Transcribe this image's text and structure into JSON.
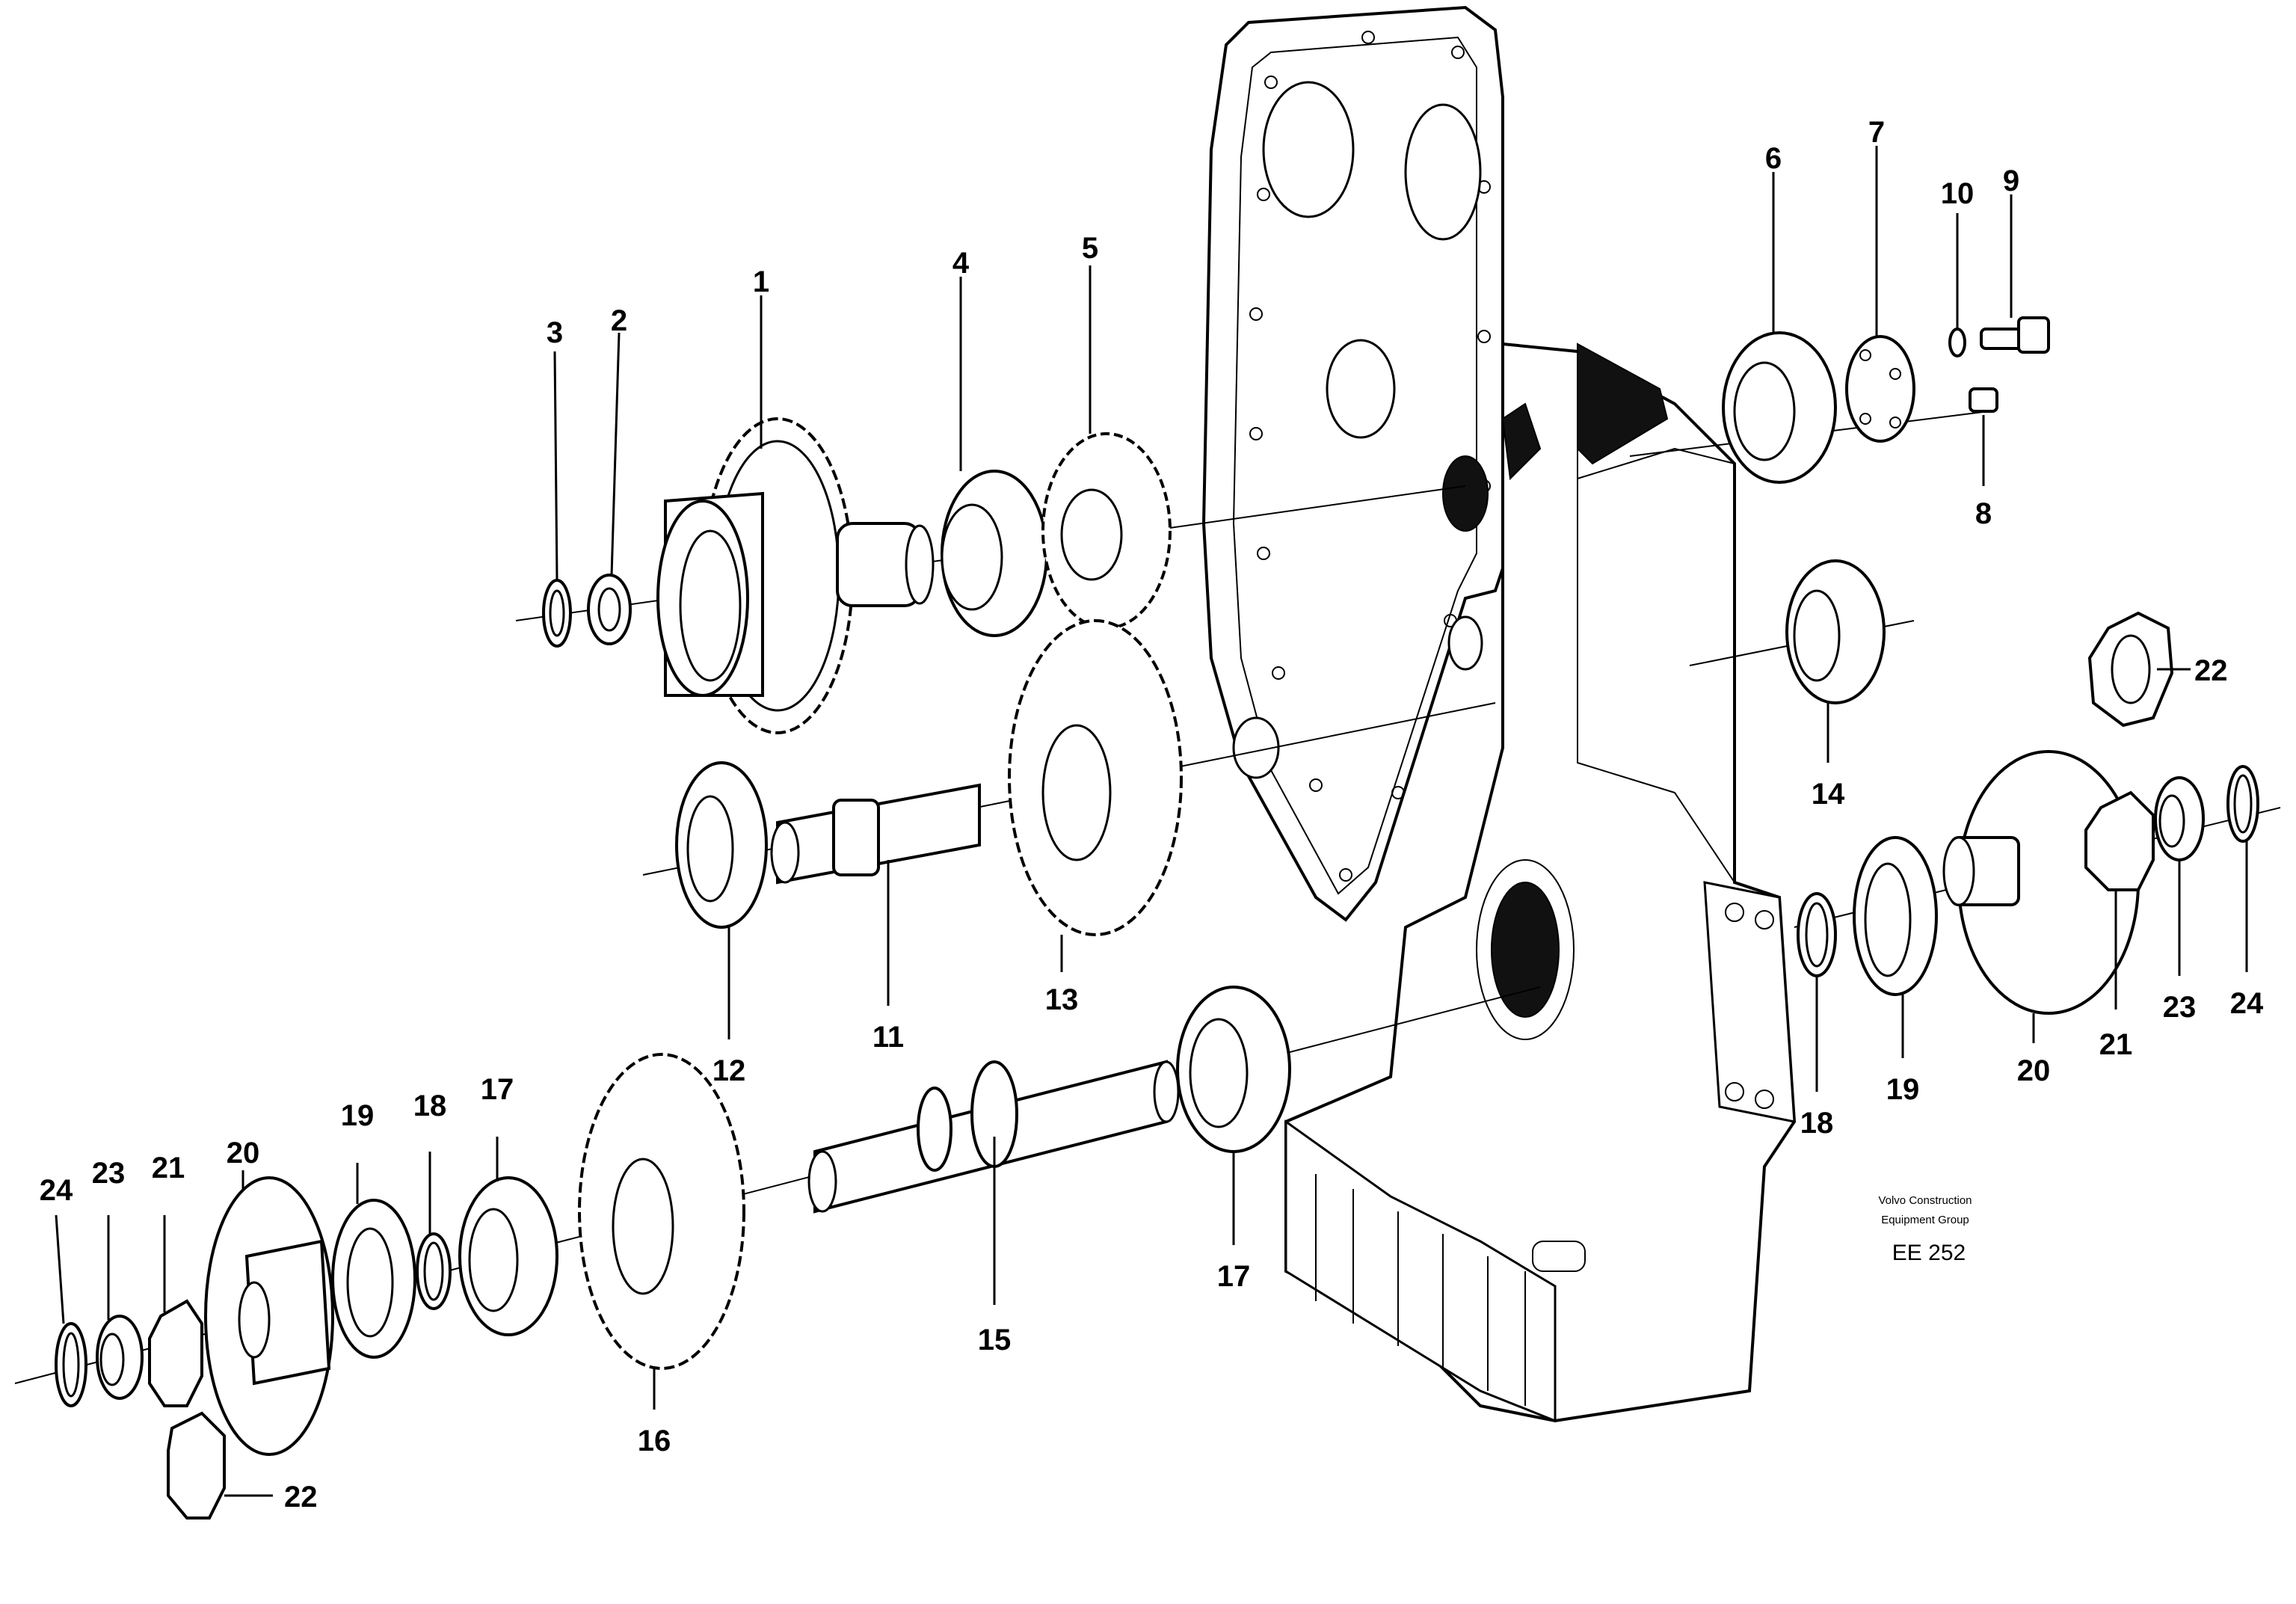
{
  "credit": {
    "line1": "Volvo Construction",
    "line2": "Equipment Group"
  },
  "drawing_code": "EE 252",
  "callouts": {
    "c1": "1",
    "c2": "2",
    "c3": "3",
    "c4": "4",
    "c5": "5",
    "c6": "6",
    "c7": "7",
    "c8": "8",
    "c9": "9",
    "c10": "10",
    "c11": "11",
    "c12": "12",
    "c13": "13",
    "c14": "14",
    "c15": "15",
    "c16": "16",
    "c17a": "17",
    "c17b": "17",
    "c18a": "18",
    "c18b": "18",
    "c19a": "19",
    "c19b": "19",
    "c20a": "20",
    "c20b": "20",
    "c21a": "21",
    "c21b": "21",
    "c22a": "22",
    "c22b": "22",
    "c23a": "23",
    "c23b": "23",
    "c24a": "24",
    "c24b": "24"
  }
}
